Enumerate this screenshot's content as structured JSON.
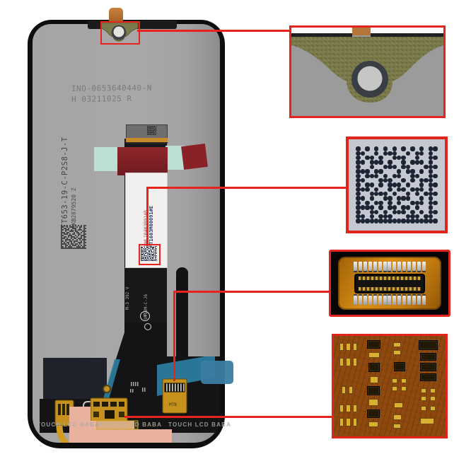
{
  "page": {
    "background": "#ffffff"
  },
  "colors": {
    "callout_red": "#e8231d",
    "phone_body": "#0e0e0f",
    "panel_gray": "#a7a5a6",
    "flex_black": "#18181b",
    "mint_tape": "#bcded5",
    "maroon_tape": "#7e2127",
    "cyan_tape": "#2d7fa2",
    "gold_flex": "#c6911d",
    "salmon_tape": "#e9b29f",
    "navy_panel": "#20222b",
    "khaki_bracket": "#7b7a4b",
    "qr_dark": "#1d2534",
    "qr_bg": "#c5c8d0",
    "board_orange": "#c57d10",
    "board_brown": "#8f490e"
  },
  "phone": {
    "serial_line1": "INO-0653640440-N",
    "serial_line2": "H 03211025 R",
    "side_label_line1": "TT653-19-C-P2S8-J-T",
    "side_label_line2": "19KB2879520 Z",
    "flex_label_red": "BWL104030914B",
    "flex_label_blue": "MT1603M00091#E",
    "flex_print1": "M-3 392 V",
    "flex_print2": "9T18M-C-J6",
    "logo1": "B",
    "connector_label": "MTB",
    "watermark": "TOUCH LCD BABA"
  },
  "callouts": [
    {
      "id": "earpiece-bracket-zoom"
    },
    {
      "id": "datamatrix-zoom"
    },
    {
      "id": "fpc-connector-zoom"
    },
    {
      "id": "flex-pcb-zoom"
    }
  ],
  "qr": {
    "rows": [
      "101010101010101011",
      "110010111001011010",
      "101101001110010011",
      "110111010010111010",
      "100100111011000111",
      "111011000101101010",
      "101110101100110011",
      "110001110010101110",
      "101101011101001011",
      "111010010110111010",
      "100111101001010111",
      "110100110111001010",
      "101011010100111011",
      "111101011011010010",
      "100110101110101011",
      "110101110001110110",
      "111111111111111111"
    ]
  },
  "connector": {
    "pin_count": 15
  },
  "flex_board": {
    "components": [
      [
        5,
        7,
        4,
        8,
        "y"
      ],
      [
        11,
        7,
        4,
        8,
        "y"
      ],
      [
        17,
        7,
        4,
        8,
        "y"
      ],
      [
        5,
        22,
        4,
        8,
        "y"
      ],
      [
        11,
        22,
        4,
        8,
        "y"
      ],
      [
        17,
        22,
        4,
        8,
        "y"
      ],
      [
        7,
        50,
        4,
        8,
        "y"
      ],
      [
        13,
        50,
        4,
        8,
        "y"
      ],
      [
        5,
        68,
        4,
        8,
        "y"
      ],
      [
        11,
        68,
        4,
        8,
        "y"
      ],
      [
        17,
        68,
        4,
        8,
        "y"
      ],
      [
        5,
        82,
        4,
        8,
        "y"
      ],
      [
        11,
        82,
        4,
        8,
        "y"
      ],
      [
        17,
        82,
        4,
        8,
        "y"
      ],
      [
        30,
        4,
        12,
        9,
        "k"
      ],
      [
        31,
        16,
        10,
        6,
        "y"
      ],
      [
        31,
        27,
        10,
        9,
        "k"
      ],
      [
        32,
        40,
        8,
        7,
        "y"
      ],
      [
        30,
        50,
        11,
        9,
        "k"
      ],
      [
        31,
        63,
        9,
        7,
        "y"
      ],
      [
        30,
        73,
        11,
        9,
        "k"
      ],
      [
        31,
        85,
        9,
        6,
        "y"
      ],
      [
        53,
        6,
        7,
        5,
        "y"
      ],
      [
        53,
        14,
        7,
        5,
        "y"
      ],
      [
        54,
        26,
        10,
        9,
        "k"
      ],
      [
        52,
        42,
        5,
        5,
        "y"
      ],
      [
        60,
        42,
        5,
        5,
        "y"
      ],
      [
        52,
        50,
        5,
        5,
        "y"
      ],
      [
        60,
        50,
        5,
        5,
        "y"
      ],
      [
        54,
        66,
        8,
        6,
        "y"
      ],
      [
        53,
        78,
        8,
        6,
        "y"
      ],
      [
        53,
        87,
        7,
        5,
        "y"
      ],
      [
        76,
        4,
        17,
        10,
        "k"
      ],
      [
        77,
        17,
        15,
        8,
        "k"
      ],
      [
        77,
        27,
        15,
        8,
        "k"
      ],
      [
        77,
        37,
        15,
        8,
        "k"
      ],
      [
        78,
        52,
        5,
        5,
        "y"
      ],
      [
        86,
        52,
        5,
        5,
        "y"
      ],
      [
        78,
        60,
        5,
        5,
        "y"
      ],
      [
        86,
        60,
        5,
        5,
        "y"
      ],
      [
        78,
        70,
        5,
        5,
        "y"
      ],
      [
        86,
        70,
        5,
        5,
        "y"
      ],
      [
        77,
        82,
        13,
        6,
        "y"
      ]
    ]
  }
}
